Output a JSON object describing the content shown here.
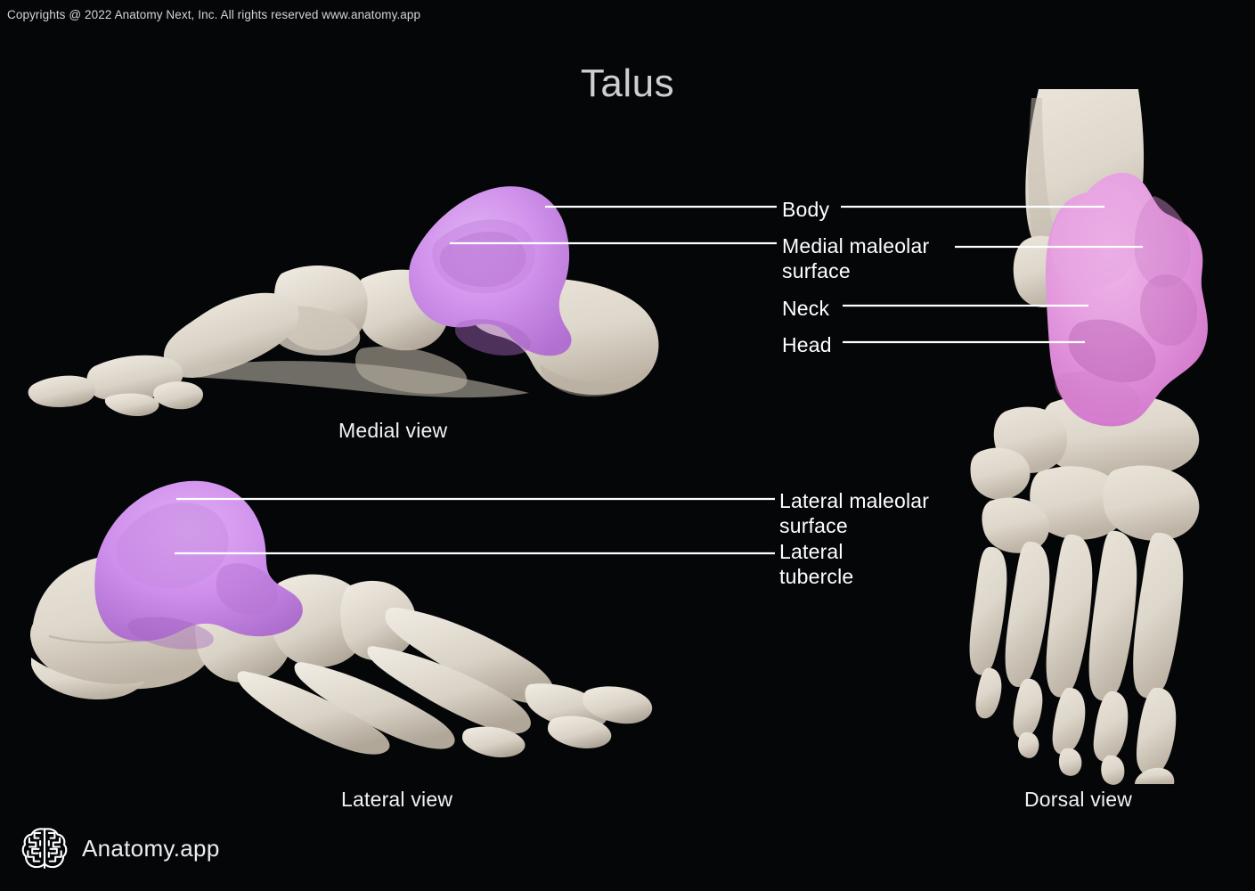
{
  "copyright": "Copyrights @ 2022 Anatomy Next, Inc. All rights reserved www.anatomy.app",
  "title": "Talus",
  "colors": {
    "background": "#050608",
    "bone": "#ded8cd",
    "bone_shadow": "#b3aa9c",
    "highlight_violet": "#d49bee",
    "highlight_violet_dark": "#b877d6",
    "highlight_pink": "#e89ad8",
    "leader_line": "#ffffff",
    "label_text": "#ffffff",
    "title_text": "#cfcfd2",
    "copyright_text": "#d4d4d6"
  },
  "labels": [
    {
      "id": "body",
      "text": "Body"
    },
    {
      "id": "medial_maleolar",
      "text": "Medial maleolar\nsurface"
    },
    {
      "id": "neck",
      "text": "Neck"
    },
    {
      "id": "head",
      "text": "Head"
    },
    {
      "id": "lateral_maleolar",
      "text": "Lateral maleolar\nsurface"
    },
    {
      "id": "lateral_tubercle",
      "text": "Lateral\ntubercle"
    }
  ],
  "views": {
    "medial": {
      "caption": "Medial view"
    },
    "lateral": {
      "caption": "Lateral view"
    },
    "dorsal": {
      "caption": "Dorsal view"
    }
  },
  "logo": {
    "text": "Anatomy.app",
    "icon": "brain-icon"
  }
}
